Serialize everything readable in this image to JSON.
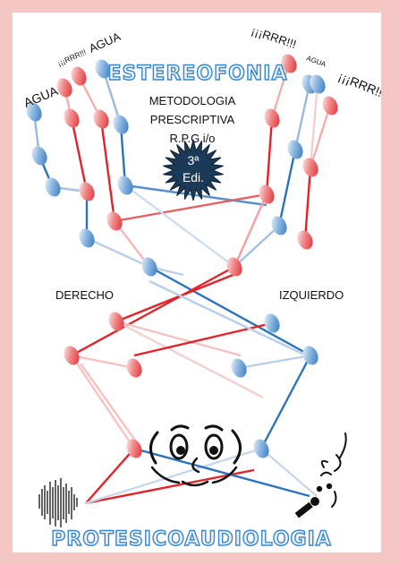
{
  "colors": {
    "red": "#e2242a",
    "blue": "#2b73bb",
    "page_border": "#f4c6c4",
    "starburst": "#1b3a57",
    "title_fill": "#e9f2fb",
    "title_stroke": "#3f86c8"
  },
  "titles": {
    "top": "ESTEREOFONIA",
    "bottom": "PROTESICOAUDIOLOGIA"
  },
  "method_lines": [
    "METODOLOGIA",
    "PRESCRIPTIVA",
    "R.P.G.i/o"
  ],
  "edition": {
    "line1": "3ª",
    "line2": "Edi."
  },
  "side_labels": {
    "right_side": "DERECHO",
    "left_side": "IZQUIERDO"
  },
  "shouts": {
    "agua": "AGUA",
    "rrr_small": "¡¡¡RRR!!!",
    "rrr_big": "¡¡¡RRR!!!"
  },
  "icons": [
    "waveform-icon",
    "face-icon",
    "singer-microphone-icon",
    "starburst-badge-icon"
  ]
}
